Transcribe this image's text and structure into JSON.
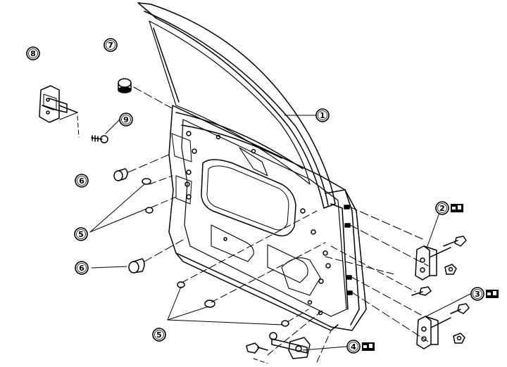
{
  "diagram": {
    "callouts": [
      {
        "id": "c1",
        "label": "1"
      },
      {
        "id": "c2",
        "label": "2",
        "has_icon": true
      },
      {
        "id": "c3",
        "label": "3",
        "has_icon": true
      },
      {
        "id": "c4",
        "label": "4",
        "has_icon": true
      },
      {
        "id": "c5a",
        "label": "5"
      },
      {
        "id": "c5b",
        "label": "5"
      },
      {
        "id": "c6a",
        "label": "6"
      },
      {
        "id": "c6b",
        "label": "6"
      },
      {
        "id": "c7",
        "label": "7"
      },
      {
        "id": "c8",
        "label": "8"
      },
      {
        "id": "c9",
        "label": "9"
      }
    ],
    "icon_name": "torque-spec-icon"
  },
  "colors": {
    "line": "#000000",
    "background": "#ffffff"
  }
}
